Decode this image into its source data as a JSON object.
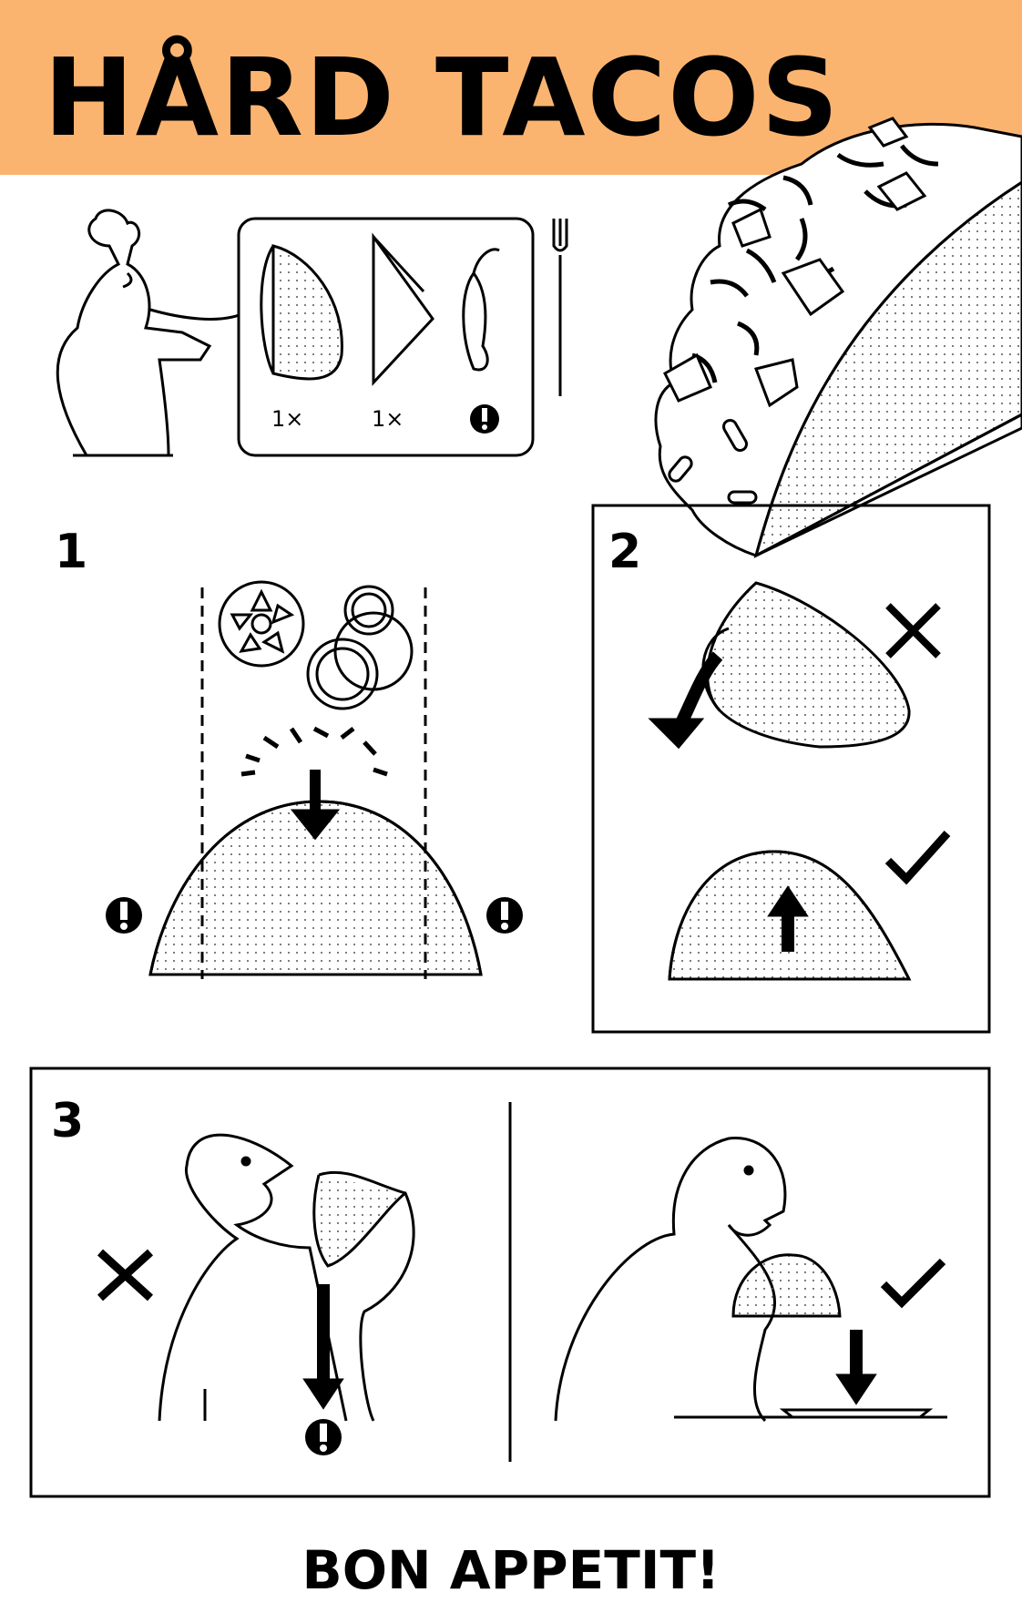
{
  "header": {
    "title": "HÅRD TACOS",
    "band_color": "#fbb470"
  },
  "ingredients": [
    {
      "name": "taco-shell",
      "quantity": "1×"
    },
    {
      "name": "napkin",
      "quantity": "1×"
    },
    {
      "name": "chili-pepper",
      "quantity": "",
      "icon": "warning-icon"
    }
  ],
  "steps": [
    {
      "number": "1"
    },
    {
      "number": "2"
    },
    {
      "number": "3"
    }
  ],
  "footer": {
    "text": "BON APPETIT!"
  }
}
